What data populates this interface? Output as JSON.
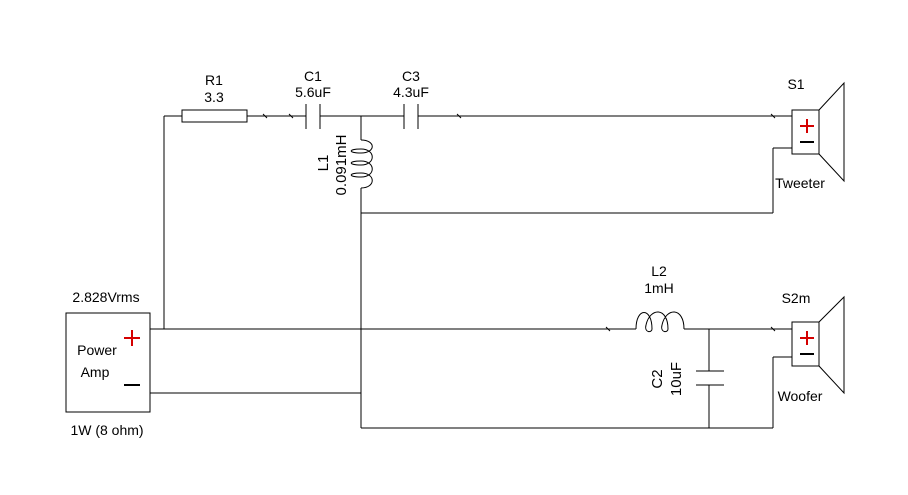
{
  "components": {
    "r1": {
      "ref": "R1",
      "value": "3.3"
    },
    "c1": {
      "ref": "C1",
      "value": "5.6uF"
    },
    "c3": {
      "ref": "C3",
      "value": "4.3uF"
    },
    "l1": {
      "ref": "L1",
      "value": "0.091mH"
    },
    "l2": {
      "ref": "L2",
      "value": "1mH"
    },
    "c2": {
      "ref": "C2",
      "value": "10uF"
    }
  },
  "speakers": {
    "s1": {
      "ref": "S1",
      "label": "Tweeter"
    },
    "s2": {
      "ref": "S2m",
      "label": "Woofer"
    }
  },
  "amp": {
    "voltage": "2.828Vrms",
    "label_line1": "Power",
    "label_line2": "Amp",
    "rating": "1W (8 ohm)"
  },
  "colors": {
    "polarity": "#d40000",
    "line": "#000000"
  }
}
